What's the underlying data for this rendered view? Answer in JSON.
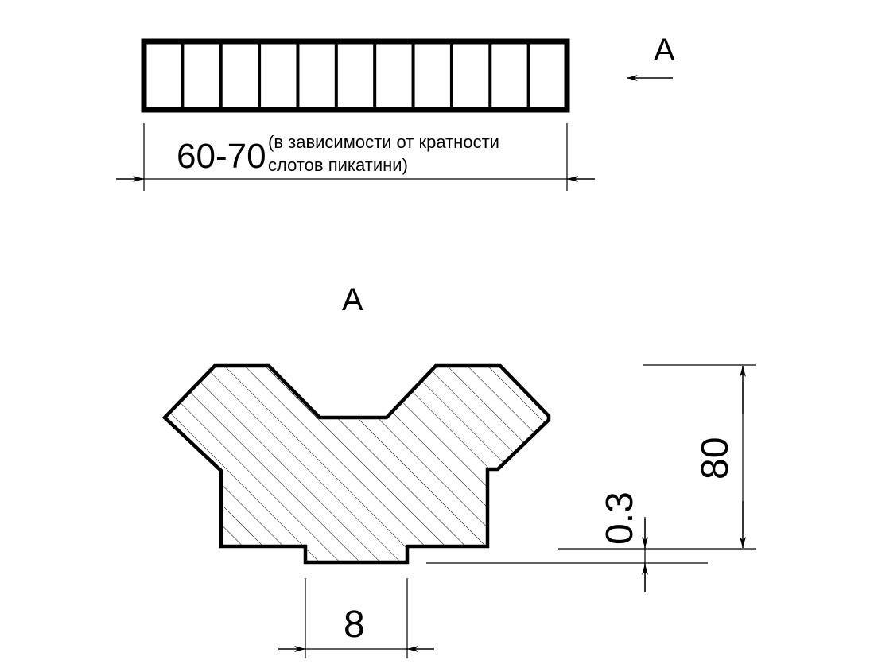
{
  "top_view": {
    "view_marker": "A",
    "slot_count": 11,
    "length_label": "60-70",
    "note_line1": "(в зависимости от кратности",
    "note_line2": "слотов пикатини)"
  },
  "section_view": {
    "title": "A",
    "width_label": "8",
    "height_label": "80",
    "step_label": "0.3"
  }
}
